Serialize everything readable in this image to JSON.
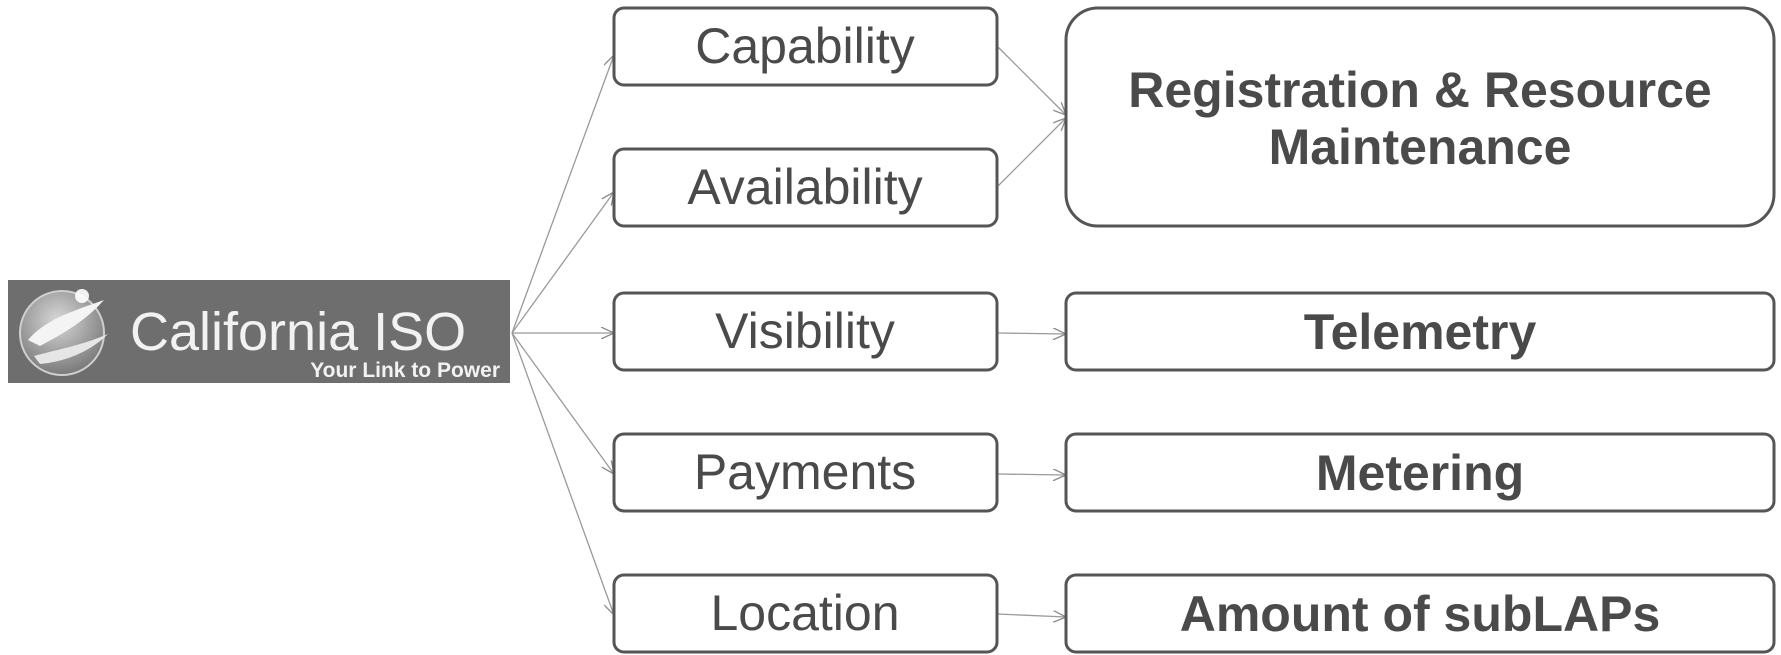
{
  "logo": {
    "title": "California ISO",
    "tagline": "Your Link to Power",
    "icon": "california-iso-swoosh-icon"
  },
  "middle": [
    {
      "label": "Capability"
    },
    {
      "label": "Availability"
    },
    {
      "label": "Visibility"
    },
    {
      "label": "Payments"
    },
    {
      "label": "Location"
    }
  ],
  "right": {
    "registration": {
      "line1": "Registration & Resource",
      "line2": "Maintenance"
    },
    "telemetry": "Telemetry",
    "metering": "Metering",
    "sublaps": "Amount of subLAPs"
  },
  "colors": {
    "box_border": "#555555",
    "text": "#4a4a4a",
    "logo_bg": "#6e6e6e",
    "connector": "#9a9a9a"
  }
}
